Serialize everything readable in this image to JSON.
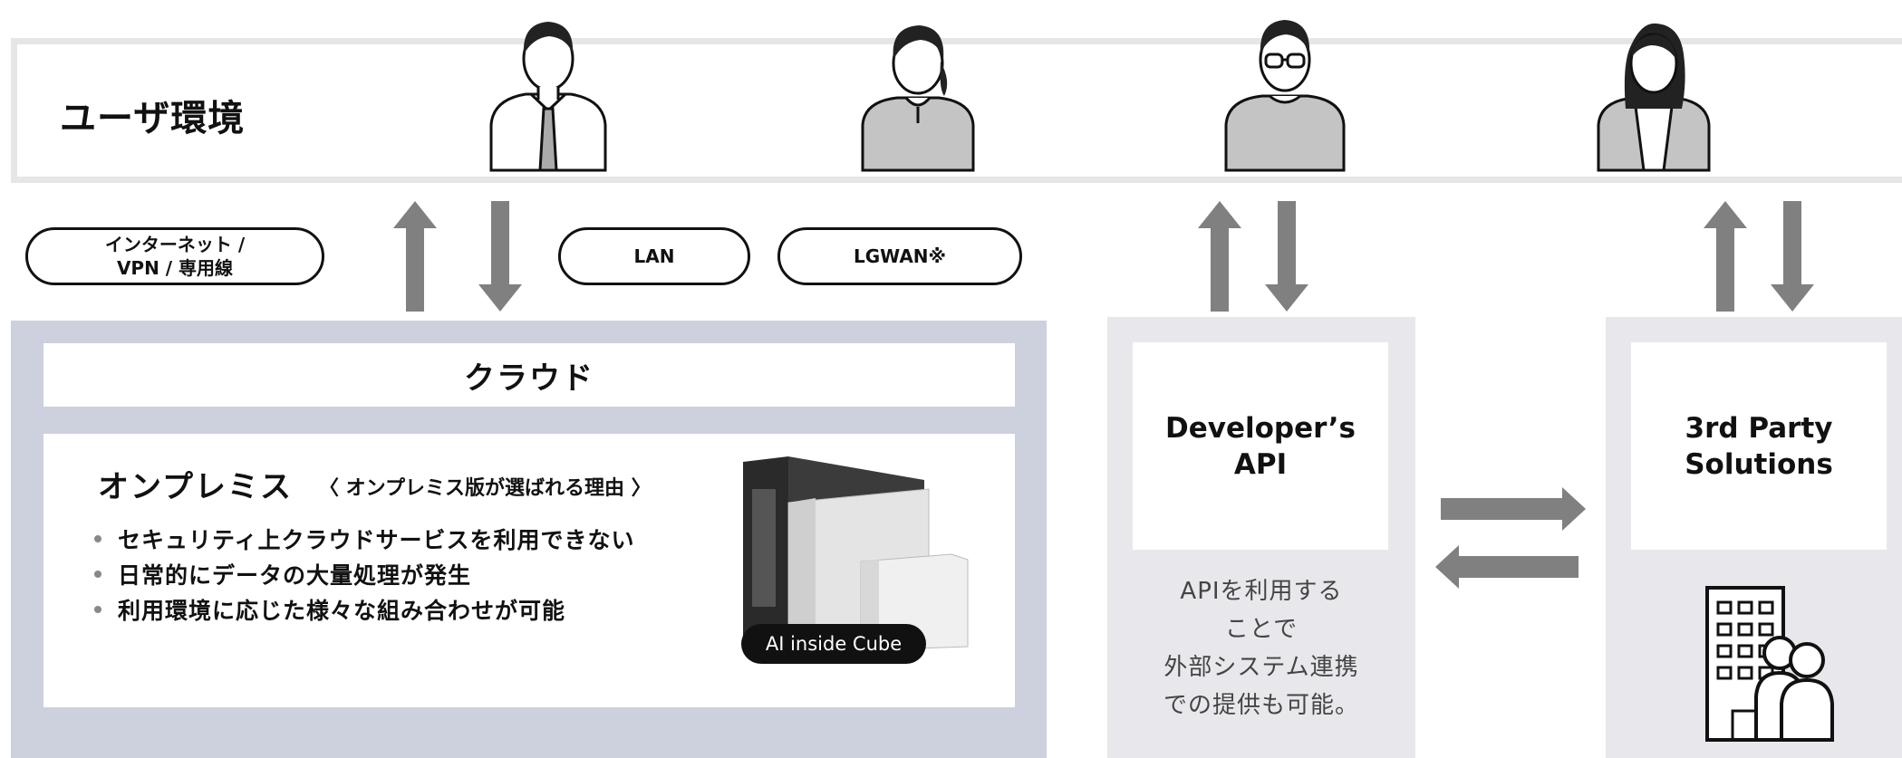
{
  "user_env": {
    "title": "ユーザ環境"
  },
  "persons": [
    {
      "icon": "businessman-icon"
    },
    {
      "icon": "woman-ponytail-icon"
    },
    {
      "icon": "man-glasses-icon"
    },
    {
      "icon": "woman-long-hair-icon"
    }
  ],
  "connections": [
    {
      "label_line1": "インターネット /",
      "label_line2": "VPN / 専用線"
    },
    {
      "label_line1": "LAN",
      "label_line2": ""
    },
    {
      "label_line1": "LGWAN※",
      "label_line2": ""
    }
  ],
  "cloud": {
    "label": "クラウド"
  },
  "onprem": {
    "title": "オンプレミス",
    "subtitle": "〈 オンプレミス版が選ばれる理由 〉",
    "reasons": [
      "セキュリティ上クラウドサービスを利用できない",
      "日常的にデータの大量処理が発生",
      "利用環境に応じた様々な組み合わせが可能"
    ],
    "product_badge": "AI inside Cube"
  },
  "developer": {
    "title_line1": "Developer’s",
    "title_line2": "API",
    "desc_lines": [
      "APIを利用する",
      "ことで",
      "外部システム連携",
      "での提供も可能。"
    ]
  },
  "third_party": {
    "title_line1": "3rd Party",
    "title_line2": "Solutions",
    "icon": "building-with-people-icon"
  },
  "colors": {
    "arrow": "#808080",
    "cloud_panel": "#cdd0dd",
    "side_panel": "#e8e8ec",
    "band_border": "#e6e6e6",
    "person_fill": "#c4c4c4"
  }
}
